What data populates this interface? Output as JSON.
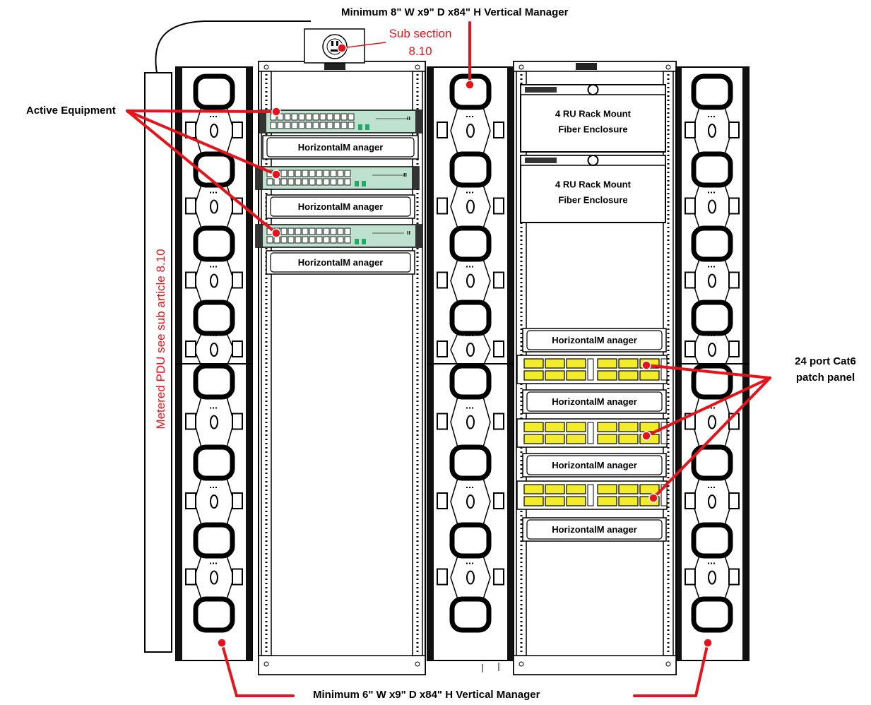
{
  "labels": {
    "top_manager": "Minimum 8\" W x9\" D x84\"  H Vertical Manager",
    "bottom_manager": "Minimum    6\" W x9\" D x84\"  H Vertical Manager",
    "active_equipment": "Active Equipment",
    "sub_section_line1": "Sub section",
    "sub_section_line2": "8.10",
    "pdu": "Metered PDU see sub article 8.10",
    "patch_panel_line1": "24  port Cat6",
    "patch_panel_line2": "patch panel"
  },
  "left_rack": {
    "horizontal_managers": [
      "HorizontalM anager",
      "HorizontalM anager",
      "HorizontalM anager"
    ]
  },
  "right_rack": {
    "fiber_enclosures": [
      {
        "line1": "4  RU Rack Mount",
        "line2": "Fiber Enclosure"
      },
      {
        "line1": "4  RU Rack Mount",
        "line2": "Fiber Enclosure"
      }
    ],
    "horizontal_managers": [
      "HorizontalM anager",
      "HorizontalM anager",
      "HorizontalM anager",
      "HorizontalM anager"
    ]
  },
  "colors": {
    "callout": "#e8131a",
    "switch_body": "#bfe1cf",
    "patch_port": "#f2ec2a"
  }
}
